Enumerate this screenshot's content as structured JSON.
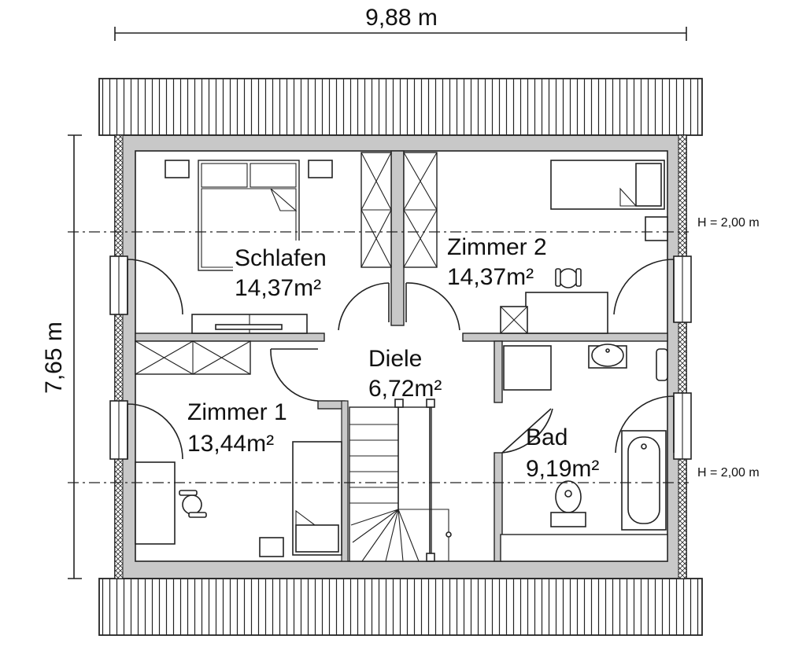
{
  "dimensions": {
    "width": "9,88 m",
    "depth": "7,65 m"
  },
  "height_markers": [
    {
      "label": "H = 2,00 m"
    },
    {
      "label": "H = 2,00 m"
    }
  ],
  "rooms": {
    "schlafen": {
      "name": "Schlafen",
      "area": "14,37m²"
    },
    "zimmer2": {
      "name": "Zimmer 2",
      "area": "14,37m²"
    },
    "diele": {
      "name": "Diele",
      "area": "6,72m²"
    },
    "zimmer1": {
      "name": "Zimmer 1",
      "area": "13,44m²"
    },
    "bad": {
      "name": "Bad",
      "area": "9,19m²"
    }
  },
  "colors": {
    "wall": "#c8c8c8",
    "line": "#222222",
    "background": "#ffffff"
  }
}
